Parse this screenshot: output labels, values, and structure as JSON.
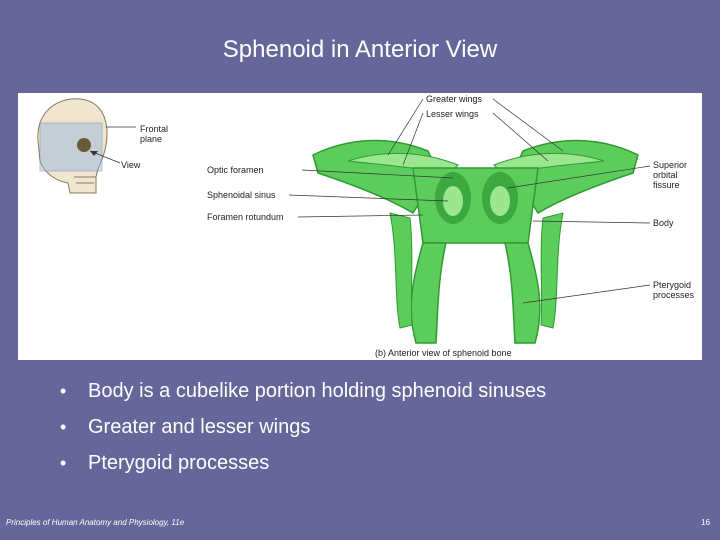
{
  "slide": {
    "title": "Sphenoid in Anterior View"
  },
  "figure": {
    "inset_labels": {
      "frontal_plane": "Frontal plane",
      "view": "View"
    },
    "labels": {
      "greater_wings": "Greater wings",
      "lesser_wings": "Lesser wings",
      "optic_foramen": "Optic foramen",
      "sphenoidal_sinus": "Sphenoidal sinus",
      "foramen_rotundum": "Foramen rotundum",
      "superior_orbital_fissure": "Superior orbital fissure",
      "body": "Body",
      "pterygoid_processes": "Pterygoid processes"
    },
    "caption": "(b) Anterior view of sphenoid bone",
    "colors": {
      "bone": "#5ccd5a",
      "bone_dark": "#2e9a33",
      "bone_light": "#9be68e"
    }
  },
  "bullets": [
    "Body is a cubelike portion holding sphenoid sinuses",
    "Greater and lesser wings",
    "Pterygoid processes"
  ],
  "footer": {
    "text": "Principles of Human Anatomy and Physiology, 11e",
    "page_number": "16"
  }
}
